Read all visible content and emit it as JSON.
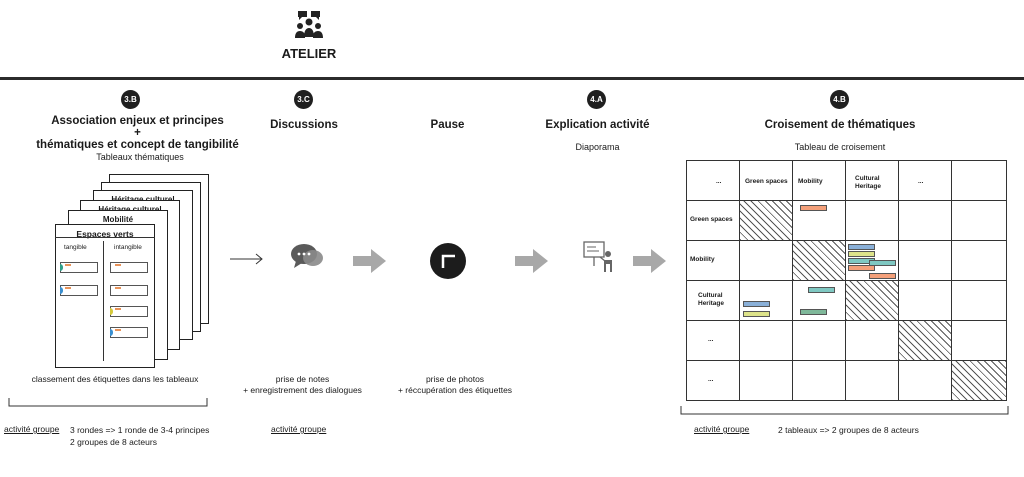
{
  "header": {
    "title": "ATELIER",
    "icon": "group-meeting-icon"
  },
  "steps": [
    {
      "badge": "3.B",
      "title_lines": [
        "Association enjeux et principes",
        "+",
        "thématiques et concept de tangibilité"
      ],
      "subtitle": "Tableaux thématiques"
    },
    {
      "badge": "3.C",
      "title_lines": [
        "Discussions"
      ],
      "icon": "chat-bubbles-icon",
      "note": [
        "prise de notes",
        "+ enregistrement des dialogues"
      ],
      "footer": "activité groupe"
    },
    {
      "title_lines": [
        "Pause"
      ],
      "icon": "camera-icon",
      "note": [
        "prise de photos",
        "+ réccupération des étiquettes"
      ]
    },
    {
      "badge": "4.A",
      "title_lines": [
        "Explication activité"
      ],
      "subtitle": "Diaporama",
      "icon": "presentation-icon"
    },
    {
      "badge": "4.B",
      "title_lines": [
        "Croisement de thématiques"
      ],
      "subtitle": "Tableau de croisement"
    }
  ],
  "boards": {
    "cards": [
      "Héritage culturel",
      "Mobilité",
      "Espaces verts"
    ],
    "columns": [
      "tangible",
      "intangible"
    ],
    "caption": "classement des étiquettes dans les tableaux",
    "footer_label": "activité groupe",
    "footer_text": [
      "3 rondes  => 1 ronde de 3-4 principes",
      "2 groupes de 8 acteurs"
    ]
  },
  "matrix": {
    "col_headers": [
      "...",
      "Green spaces",
      "Mobility",
      "Cultural Heritage",
      "..."
    ],
    "row_headers": [
      "Green spaces",
      "Mobility",
      "Cultural Heritage",
      "...",
      "..."
    ],
    "footer_label": "activité groupe",
    "footer_text": "2 tableaux => 2 groupes de 8 acteurs"
  },
  "colors": {
    "orange": "#f4a07a",
    "blue": "#8ab0d8",
    "yellow": "#dde38a",
    "teal": "#7fc8c2",
    "green": "#7fb89a",
    "arrow": "#a8a8a8"
  }
}
